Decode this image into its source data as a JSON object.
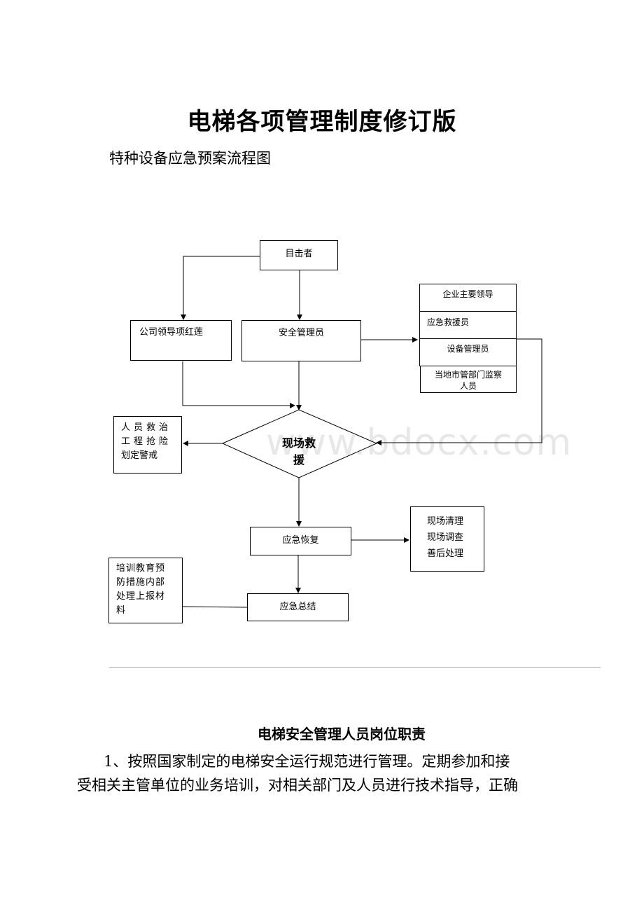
{
  "document": {
    "title": "电梯各项管理制度修订版",
    "subtitle": "特种设备应急预案流程图"
  },
  "flowchart": {
    "witness": "目击者",
    "company_leader": "公司领导项红莲",
    "safety_manager": "安全管理员",
    "notify_list": [
      "企业主要领导",
      "应急救援员",
      "设备管理员",
      "当地市管部门监察人员"
    ],
    "onsite_rescue": "现场救援",
    "rescue_actions": [
      "人员救治",
      "工程抢险",
      "划定警戒"
    ],
    "emergency_recovery": "应急恢复",
    "cleanup_actions": [
      "现场清理",
      "现场调查",
      "善后处理"
    ],
    "emergency_summary": "应急总结",
    "summary_actions": [
      "培训教育预",
      "防措施内部",
      "处理上报材",
      "料"
    ]
  },
  "watermark": "www.bdocx.com",
  "section": {
    "title": "电梯安全管理人员岗位职责",
    "paragraph_lines": [
      "1、按照国家制定的电梯安全运行规范进行管理。定期参加和接",
      "受相关主管单位的业务培训，对相关部门及人员进行技术指导，正确"
    ]
  }
}
